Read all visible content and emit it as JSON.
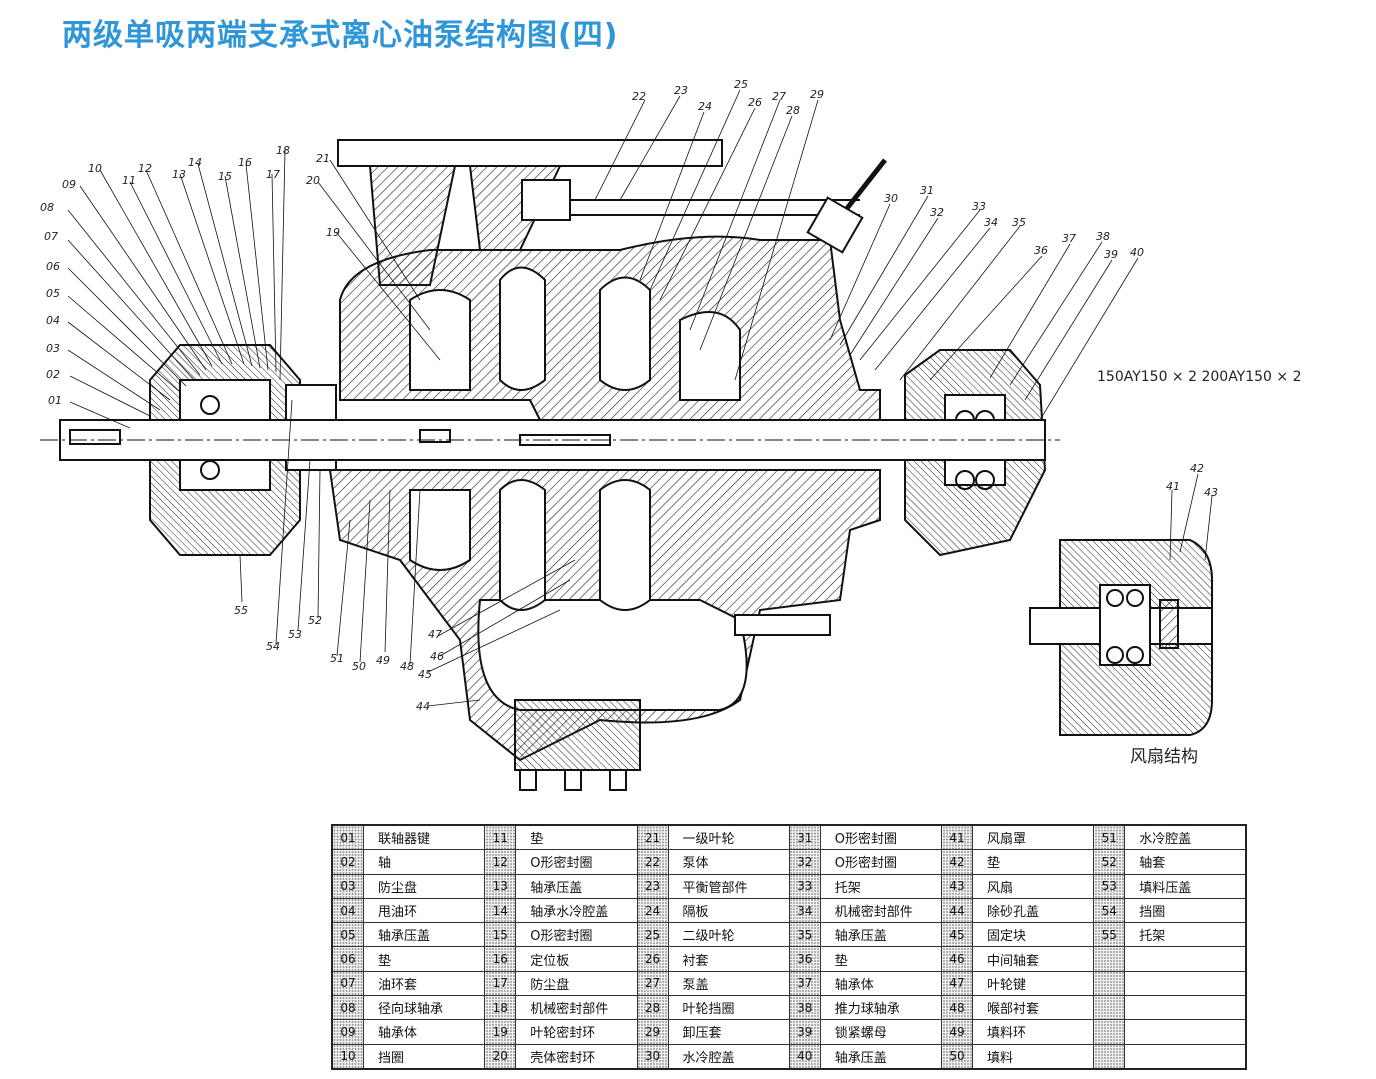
{
  "title": "两级单吸两端支承式离心油泵结构图(四)",
  "model_text": "150AY150 × 2  200AY150 × 2",
  "fan_caption": "风扇结构",
  "callouts": [
    "01",
    "02",
    "03",
    "04",
    "05",
    "06",
    "07",
    "08",
    "09",
    "10",
    "11",
    "12",
    "13",
    "14",
    "15",
    "16",
    "17",
    "18",
    "19",
    "20",
    "21",
    "22",
    "23",
    "24",
    "25",
    "26",
    "27",
    "28",
    "29",
    "30",
    "31",
    "32",
    "33",
    "34",
    "35",
    "36",
    "37",
    "38",
    "39",
    "40",
    "41",
    "42",
    "43",
    "44",
    "45",
    "46",
    "47",
    "48",
    "49",
    "50",
    "51",
    "52",
    "53",
    "54",
    "55"
  ],
  "parts": [
    {
      "num": "01",
      "name": "联轴器键"
    },
    {
      "num": "02",
      "name": "轴"
    },
    {
      "num": "03",
      "name": "防尘盘"
    },
    {
      "num": "04",
      "name": "甩油环"
    },
    {
      "num": "05",
      "name": "轴承压盖"
    },
    {
      "num": "06",
      "name": "垫"
    },
    {
      "num": "07",
      "name": "油环套"
    },
    {
      "num": "08",
      "name": "径向球轴承"
    },
    {
      "num": "09",
      "name": "轴承体"
    },
    {
      "num": "10",
      "name": "挡圈"
    },
    {
      "num": "11",
      "name": "垫"
    },
    {
      "num": "12",
      "name": "O形密封圈"
    },
    {
      "num": "13",
      "name": "轴承压盖"
    },
    {
      "num": "14",
      "name": "轴承水冷腔盖"
    },
    {
      "num": "15",
      "name": "O形密封圈"
    },
    {
      "num": "16",
      "name": "定位板"
    },
    {
      "num": "17",
      "name": "防尘盘"
    },
    {
      "num": "18",
      "name": "机械密封部件"
    },
    {
      "num": "19",
      "name": "叶轮密封环"
    },
    {
      "num": "20",
      "name": "壳体密封环"
    },
    {
      "num": "21",
      "name": "一级叶轮"
    },
    {
      "num": "22",
      "name": "泵体"
    },
    {
      "num": "23",
      "name": "平衡管部件"
    },
    {
      "num": "24",
      "name": "隔板"
    },
    {
      "num": "25",
      "name": "二级叶轮"
    },
    {
      "num": "26",
      "name": "衬套"
    },
    {
      "num": "27",
      "name": "泵盖"
    },
    {
      "num": "28",
      "name": "叶轮挡圈"
    },
    {
      "num": "29",
      "name": "卸压套"
    },
    {
      "num": "30",
      "name": "水冷腔盖"
    },
    {
      "num": "31",
      "name": "O形密封圈"
    },
    {
      "num": "32",
      "name": "O形密封圈"
    },
    {
      "num": "33",
      "name": "托架"
    },
    {
      "num": "34",
      "name": "机械密封部件"
    },
    {
      "num": "35",
      "name": "轴承压盖"
    },
    {
      "num": "36",
      "name": "垫"
    },
    {
      "num": "37",
      "name": "轴承体"
    },
    {
      "num": "38",
      "name": "推力球轴承"
    },
    {
      "num": "39",
      "name": "锁紧螺母"
    },
    {
      "num": "40",
      "name": "轴承压盖"
    },
    {
      "num": "41",
      "name": "风扇罩"
    },
    {
      "num": "42",
      "name": "垫"
    },
    {
      "num": "43",
      "name": "风扇"
    },
    {
      "num": "44",
      "name": "除砂孔盖"
    },
    {
      "num": "45",
      "name": "固定块"
    },
    {
      "num": "46",
      "name": "中间轴套"
    },
    {
      "num": "47",
      "name": "叶轮键"
    },
    {
      "num": "48",
      "name": "喉部衬套"
    },
    {
      "num": "49",
      "name": "填料环"
    },
    {
      "num": "50",
      "name": "填料"
    },
    {
      "num": "51",
      "name": "水冷腔盖"
    },
    {
      "num": "52",
      "name": "轴套"
    },
    {
      "num": "53",
      "name": "填料压盖"
    },
    {
      "num": "54",
      "name": "挡圈"
    },
    {
      "num": "55",
      "name": "托架"
    }
  ]
}
